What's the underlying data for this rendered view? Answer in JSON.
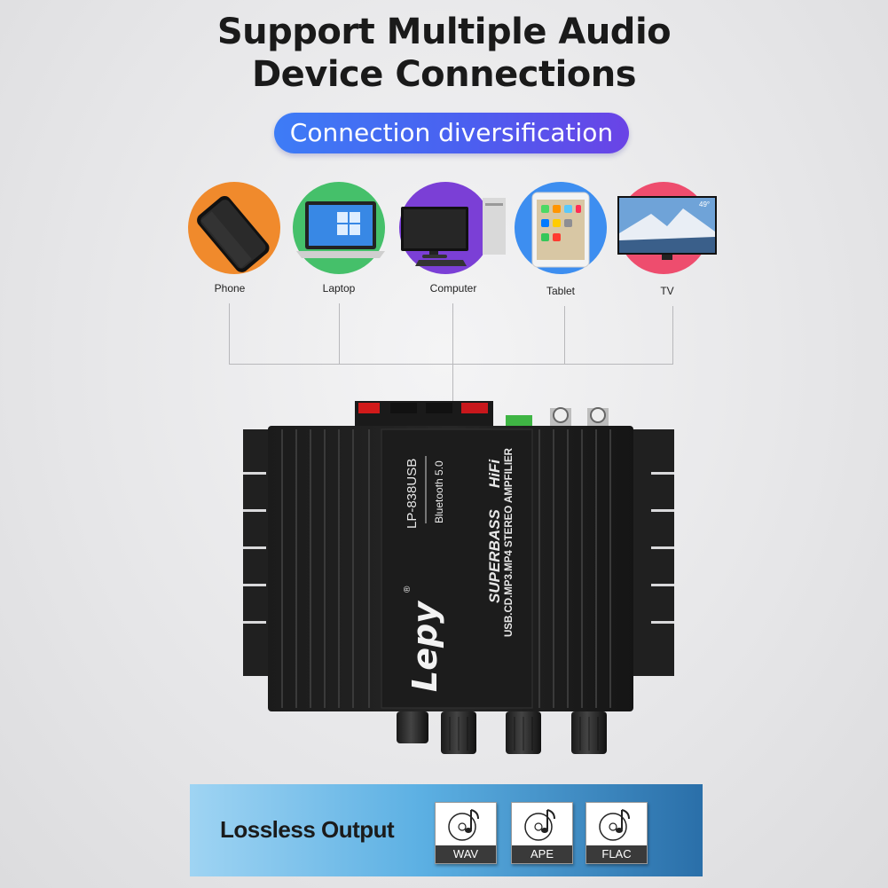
{
  "header": {
    "title_line1": "Support Multiple Audio",
    "title_line2": "Device Connections",
    "pill": "Connection diversification"
  },
  "devices": [
    {
      "label": "Phone",
      "icon": "phone-icon",
      "color": "#f08a2c"
    },
    {
      "label": "Laptop",
      "icon": "laptop-icon",
      "color": "#45c06a"
    },
    {
      "label": "Computer",
      "icon": "computer-icon",
      "color": "#7b3fd6"
    },
    {
      "label": "Tablet",
      "icon": "tablet-icon",
      "color": "#3d8ef0"
    },
    {
      "label": "TV",
      "icon": "tv-icon",
      "color": "#ee4d6e"
    }
  ],
  "tv_screen_text": "49°",
  "amplifier": {
    "model": "LP-838USB",
    "bluetooth": "Bluetooth 5.0",
    "series": "SUPERBASS",
    "hifi": "HiFi",
    "features": "USB.CD.MP3.MP4 STEREO AMPFILIER",
    "brand": "Lepy",
    "registered": "®"
  },
  "banner": {
    "label": "Lossless Output",
    "formats": [
      "WAV",
      "APE",
      "FLAC"
    ]
  }
}
